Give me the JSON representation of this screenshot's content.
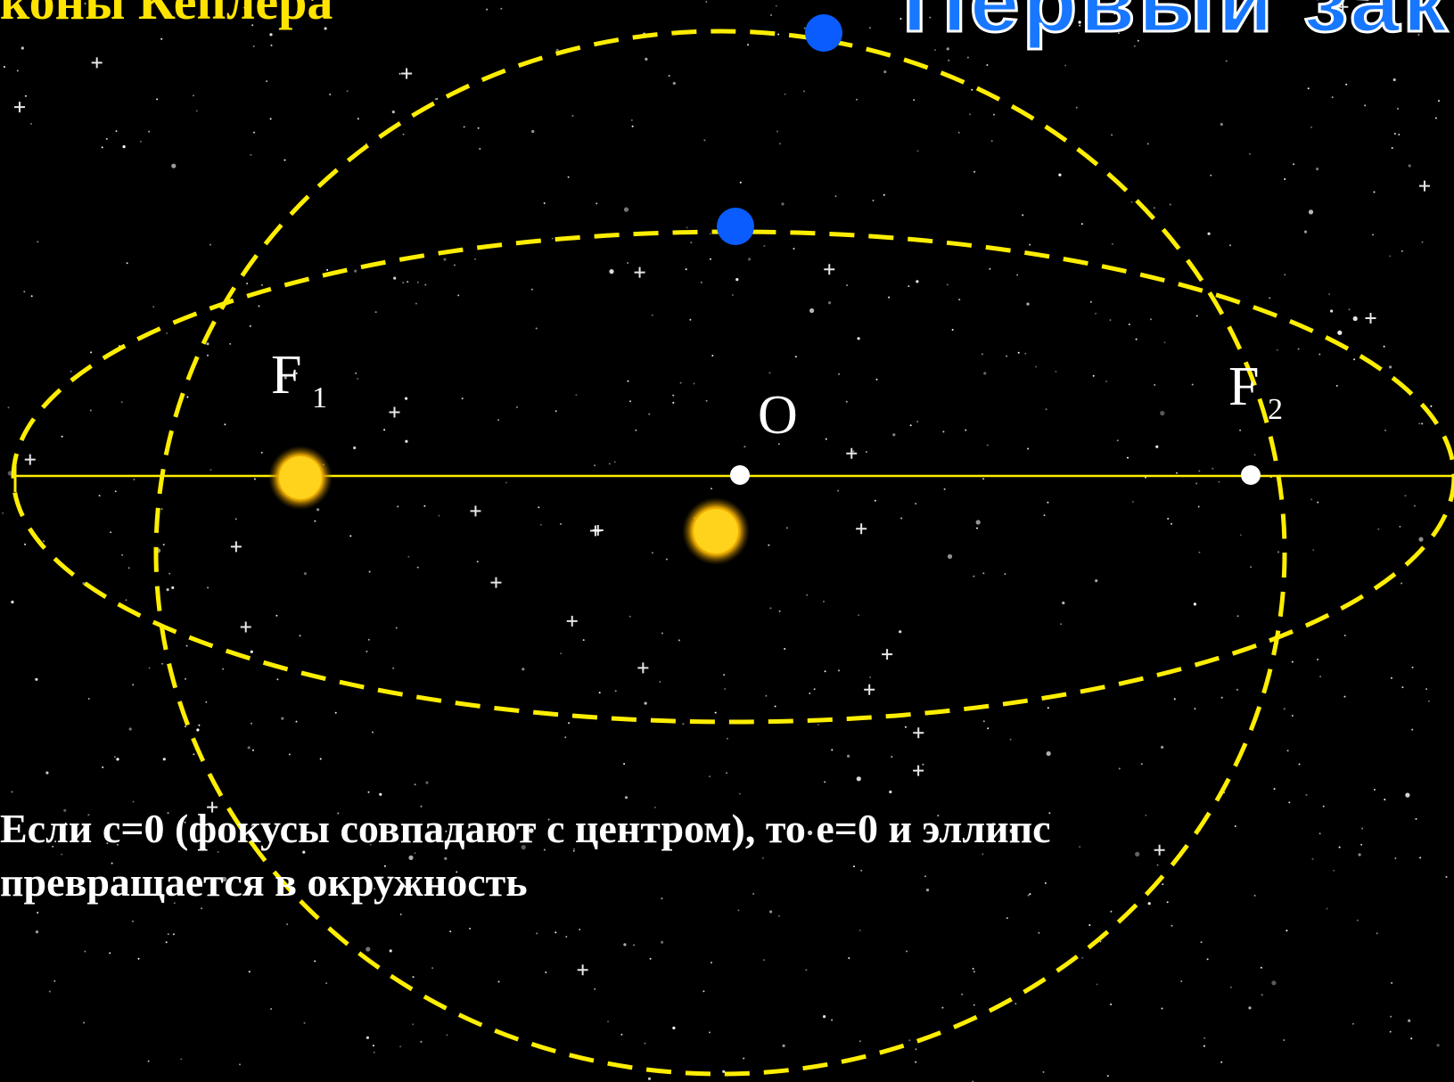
{
  "title_left": "коны Кеплера",
  "title_right": "Первый зак",
  "labels": {
    "f1_main": "F",
    "f1_sub": "1",
    "f2_main": "F",
    "f2_sub": "2",
    "center": "O"
  },
  "caption": {
    "line1": "Если с=0 (фокусы совпадают с центром), то е=0 и эллипс",
    "line2": "превращается в окружность"
  },
  "colors": {
    "background": "#000000",
    "orbit": "#ffee00",
    "axis": "#ffee00",
    "planet": "#0a5cff",
    "sun": "#ffd21c",
    "focus_point": "#ffffff",
    "title_left": "#ffe400",
    "title_right": "#1877ff",
    "text": "#ffffff"
  },
  "icons": {
    "planet": "blue-planet-icon",
    "sun": "sun-glow-icon",
    "star": "star-dot-icon"
  }
}
